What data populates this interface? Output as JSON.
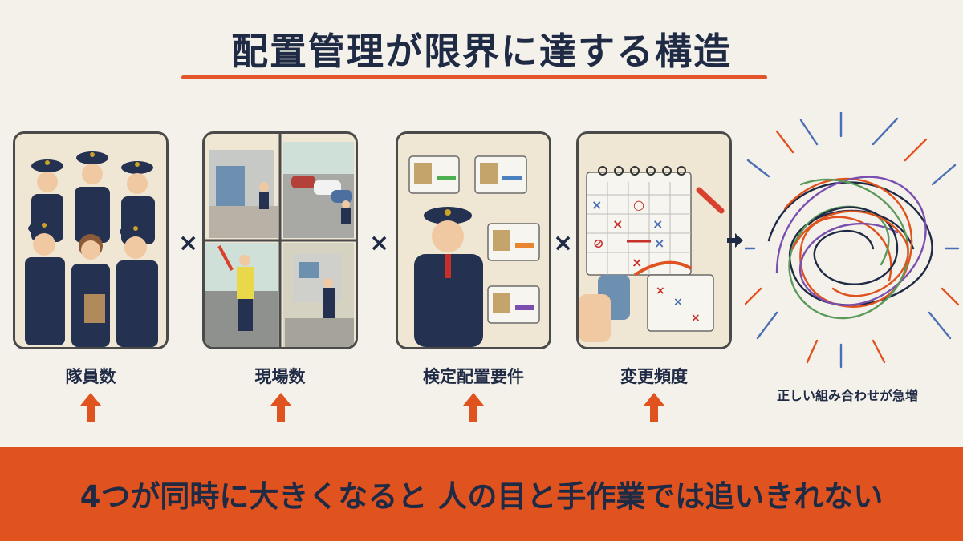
{
  "title": "配置管理が限界に達する構造",
  "factors": [
    {
      "label": "隊員数"
    },
    {
      "label": "現場数"
    },
    {
      "label": "検定配置要件"
    },
    {
      "label": "変更頻度"
    }
  ],
  "operator": "×",
  "result": {
    "label": "正しい組み合わせが急増"
  },
  "banner": {
    "text": "4つが同時に大きくなると 人の目と手作業では追いきれない"
  },
  "colors": {
    "accent": "#e0531f",
    "navy": "#1f2a44",
    "background": "#f4f1ea"
  },
  "icons": [
    "security-guard-group-illustration",
    "work-sites-illustration",
    "certification-cards-illustration",
    "schedule-change-calendar-illustration",
    "tangled-lines-icon",
    "arrow-right-icon",
    "arrow-up-icon"
  ]
}
